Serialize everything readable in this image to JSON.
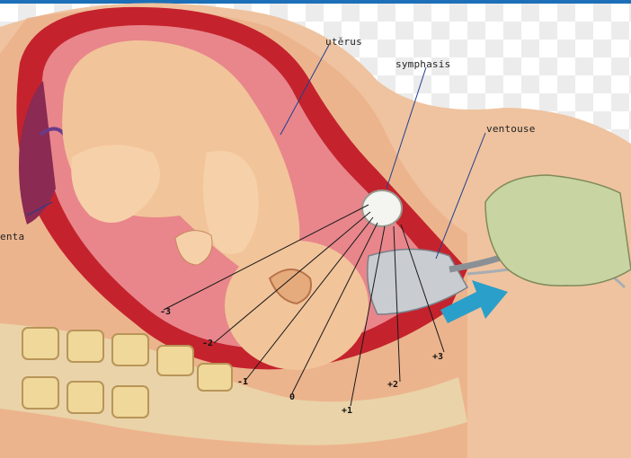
{
  "labels": {
    "uterus": "utĕrus",
    "symphasis": "symphasis",
    "ventouse": "ventouse",
    "placenta": "enta"
  },
  "stations": [
    "-3",
    "-2",
    "-1",
    "0",
    "+1",
    "+2",
    "+3"
  ],
  "colors": {
    "uterus_wall": "#c4232d",
    "skin": "#f2c49a",
    "glove": "#c9d4a3",
    "arrow": "#2a9fc9",
    "bone": "#f0d79a"
  }
}
